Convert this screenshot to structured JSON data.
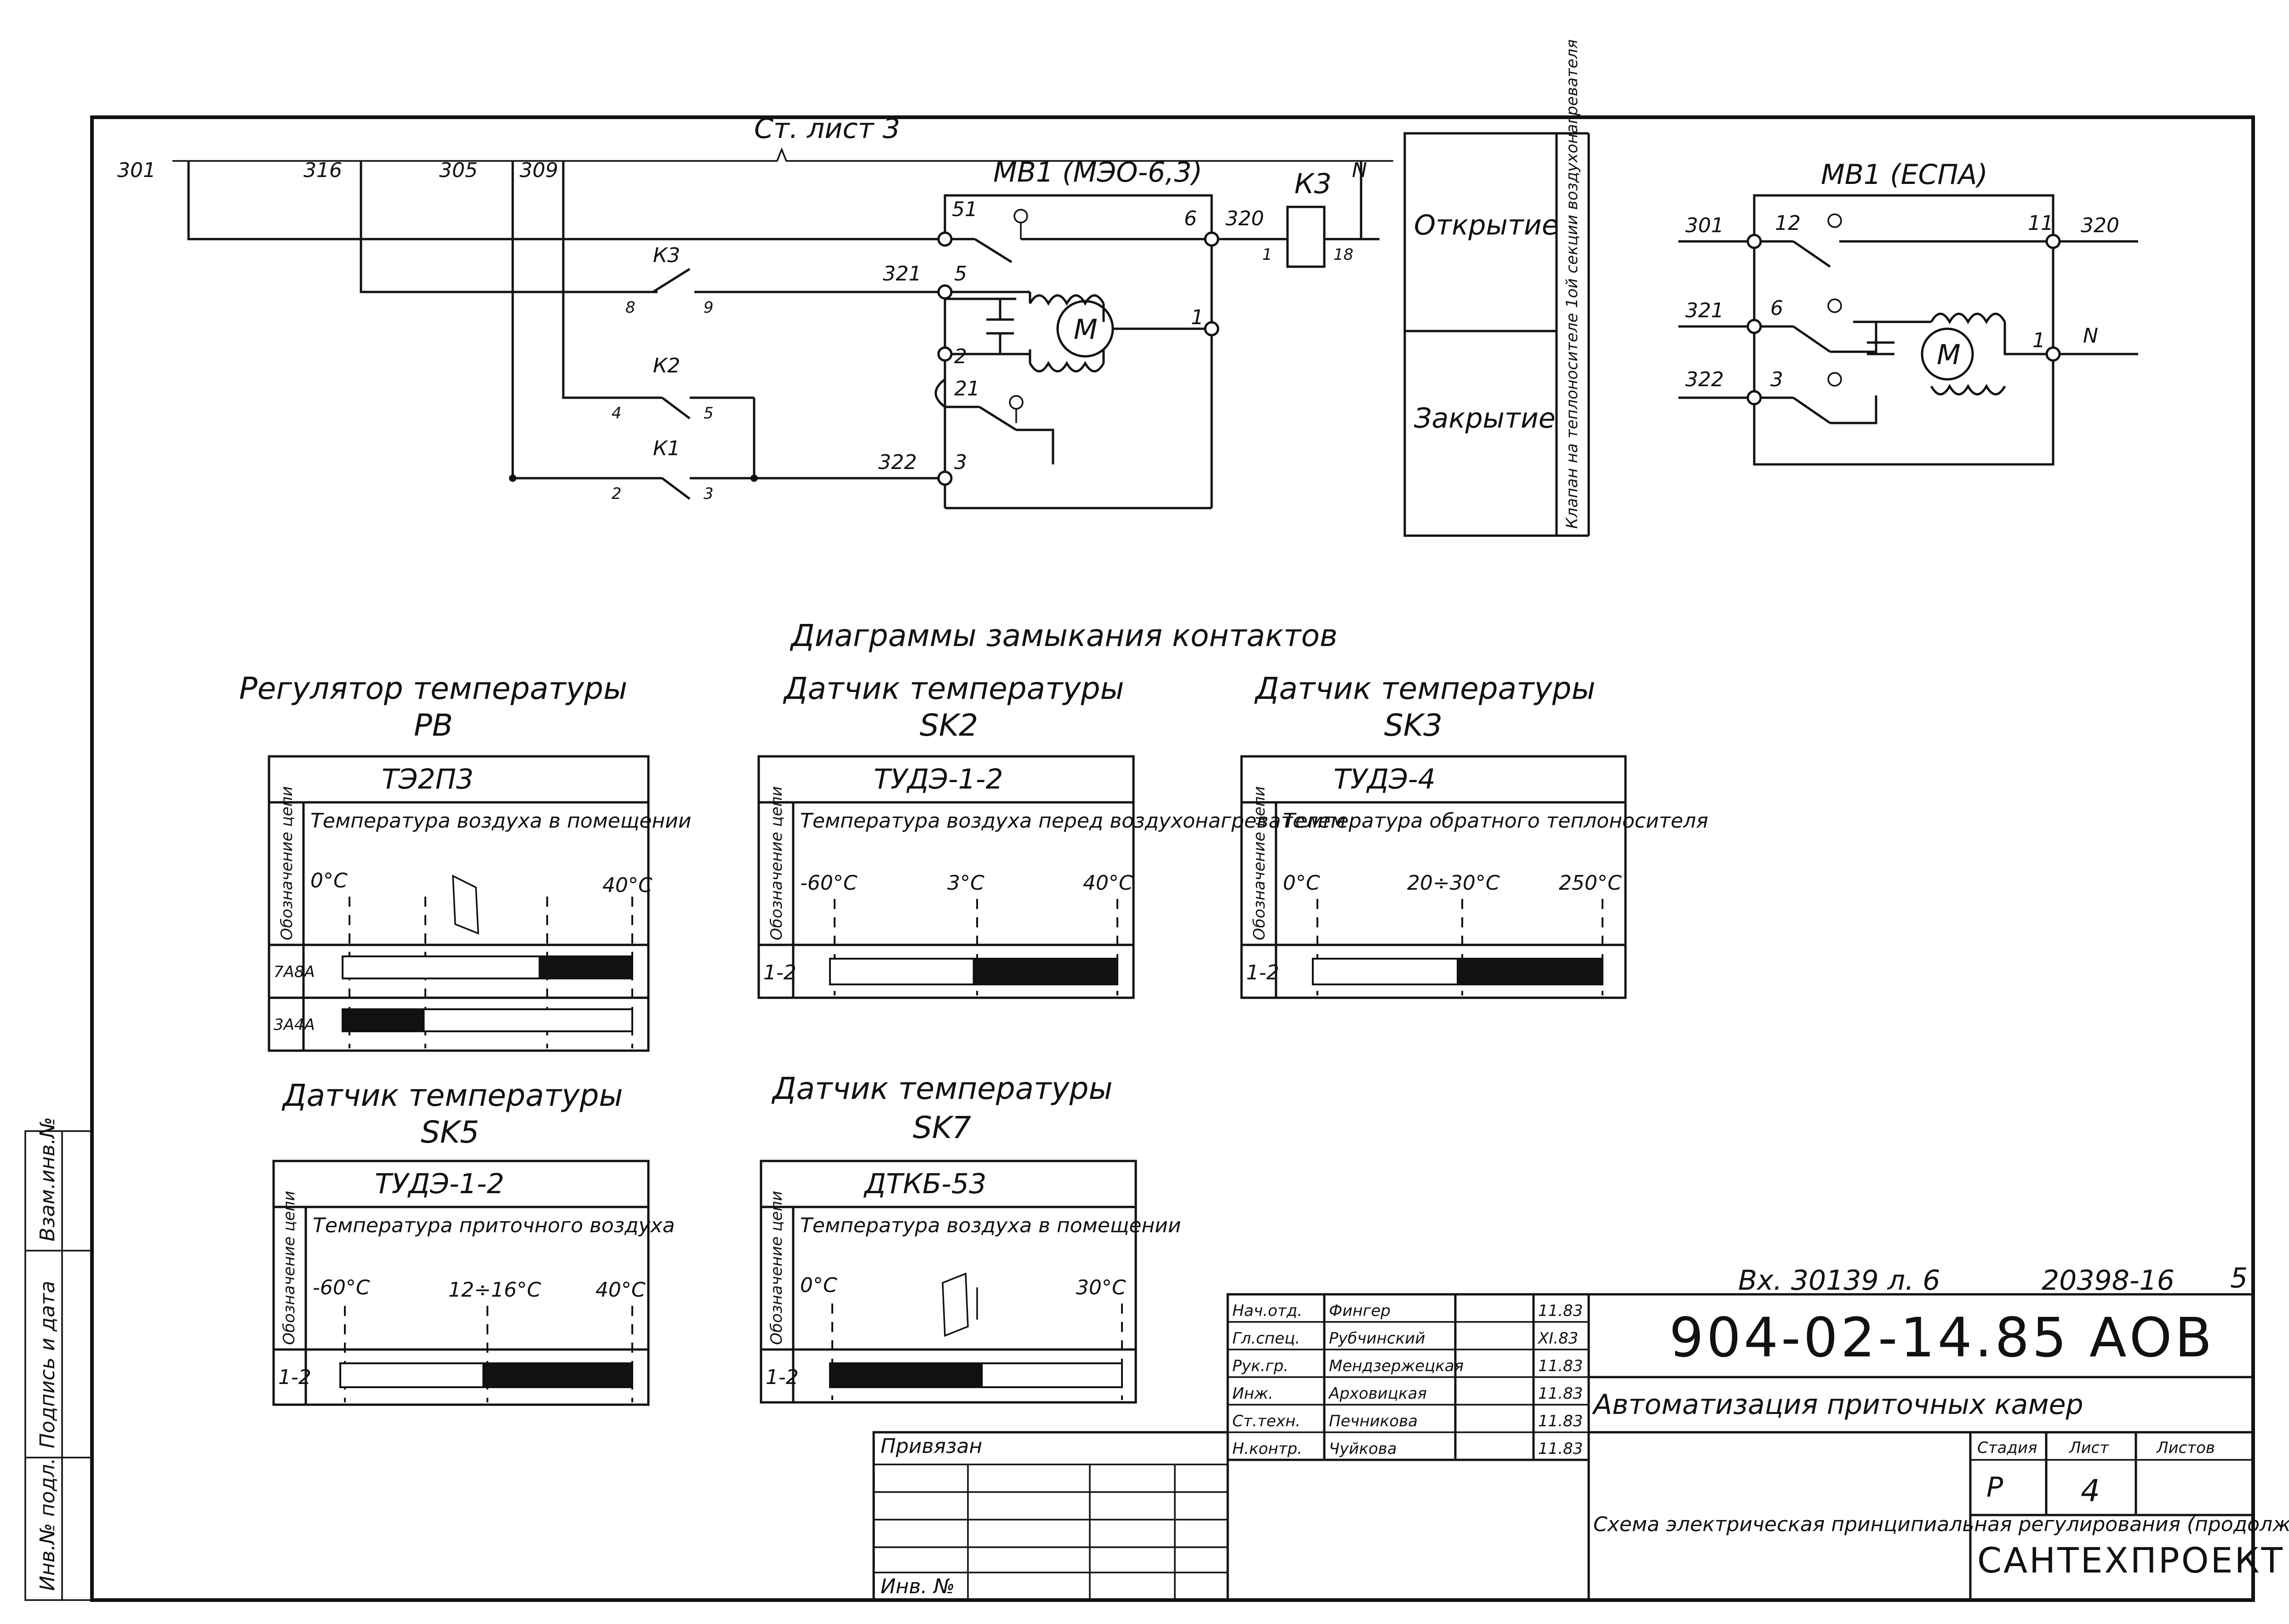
{
  "schematic": {
    "ref_sheet": "Ст. лист 3",
    "bus": [
      "301",
      "316",
      "305",
      "309"
    ],
    "actuator_1": "МВ1 (МЭО-6,3)",
    "actuator_2": "МВ1 (ЕСПА)",
    "relay_k3": "К3",
    "relay_k2": "К2",
    "relay_k1": "К1",
    "neutral": "N",
    "motor": "М",
    "circuit_numbers": [
      "320",
      "321",
      "322"
    ],
    "node_labels": {
      "n51": "51",
      "n6": "6",
      "n5": "5",
      "n1": "1",
      "n2": "2",
      "n21": "21",
      "n3": "3",
      "k3a": "8",
      "k3b": "9",
      "k2a": "4",
      "k2b": "5",
      "k1a": "2",
      "k1b": "3",
      "coil1": "1",
      "coil18": "18"
    },
    "espa_nodes": {
      "a": "12",
      "b": "11",
      "c": "6",
      "d": "3",
      "e": "1"
    },
    "legend": {
      "open": "Открытие",
      "close": "Закрытие",
      "vertical": "Клапан на теплоносителе 1ой секции воздухонагревателя"
    }
  },
  "diagrams": {
    "title": "Диаграммы замыкания контактов",
    "row_header": "Обозначение цепи",
    "items": [
      {
        "name": "Регулятор температуры",
        "tag": "РВ",
        "device": "ТЭ2П3",
        "description": "Температура воздуха в помещении",
        "scale": [
          "0°С",
          "40°С"
        ],
        "rows": [
          {
            "label": "7А8А",
            "black": [
              0.68,
              1.0
            ]
          },
          {
            "label": "3А4А",
            "black": [
              0.0,
              0.28
            ]
          }
        ]
      },
      {
        "name": "Датчик температуры",
        "tag": "SK2",
        "device": "ТУДЭ-1-2",
        "description": "Температура воздуха перед воздухонагревателем",
        "scale": [
          "-60°С",
          "3°С",
          "40°С"
        ],
        "rows": [
          {
            "label": "1-2",
            "black": [
              0.5,
              1.0
            ]
          }
        ]
      },
      {
        "name": "Датчик температуры",
        "tag": "SK3",
        "device": "ТУДЭ-4",
        "description": "Температура обратного теплоносителя",
        "scale": [
          "0°С",
          "20÷30°С",
          "250°С"
        ],
        "rows": [
          {
            "label": "1-2",
            "black": [
              0.5,
              1.0
            ]
          }
        ]
      },
      {
        "name": "Датчик температуры",
        "tag": "SK5",
        "device": "ТУДЭ-1-2",
        "description": "Температура приточного воздуха",
        "scale": [
          "-60°С",
          "12÷16°С",
          "40°С"
        ],
        "rows": [
          {
            "label": "1-2",
            "black": [
              0.49,
              1.0
            ]
          }
        ]
      },
      {
        "name": "Датчик температуры",
        "tag": "SK7",
        "device": "ДТКБ-53",
        "description": "Температура воздуха в помещении",
        "scale": [
          "0°С",
          "30°С"
        ],
        "rows": [
          {
            "label": "1-2",
            "black": [
              0.0,
              0.52
            ]
          }
        ]
      }
    ]
  },
  "stamp": {
    "archive_no": "Вх. 30139 л. 6",
    "inv_no": "20398-16",
    "page_no": "5",
    "code": "904-02-14.85 АОВ",
    "project_title": "Автоматизация приточных камер",
    "sheet_title": "Схема электрическая принципиальная регулирования (продолжение).",
    "organization": "САНТЕХПРОЕКТ",
    "stage_head": "Стадия",
    "sheet_head": "Лист",
    "sheets_head": "Листов",
    "stage": "Р",
    "sheet": "4",
    "sheets": "",
    "attached": "Привязан",
    "inv": "Инв. №",
    "people": [
      {
        "role": "Нач.отд.",
        "name": "Фингер",
        "date": "11.83"
      },
      {
        "role": "Гл.спец.",
        "name": "Рубчинский",
        "date": "XI.83"
      },
      {
        "role": "Рук.гр.",
        "name": "Мендзержецкая",
        "date": "11.83"
      },
      {
        "role": "Инж.",
        "name": "Арховицкая",
        "date": "11.83"
      },
      {
        "role": "Ст.техн.",
        "name": "Печникова",
        "date": "11.83"
      },
      {
        "role": "Н.контр.",
        "name": "Чуйкова",
        "date": "11.83"
      }
    ],
    "side_labels": [
      "Взам.инв.№",
      "Подпись и дата",
      "Инв.№ подл."
    ]
  }
}
